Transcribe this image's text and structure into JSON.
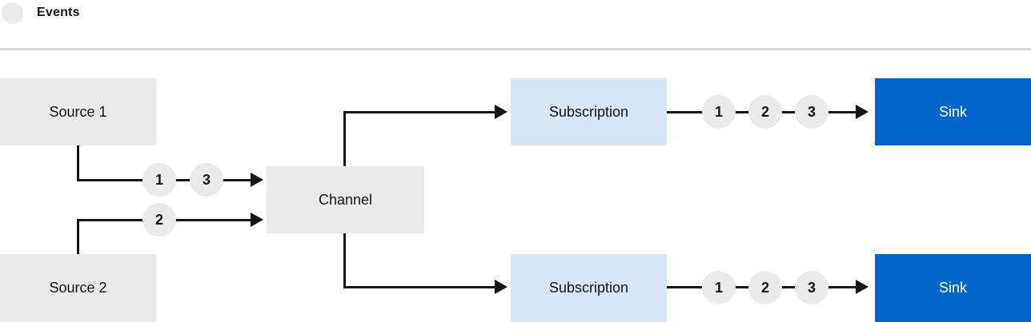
{
  "legend": {
    "label": "Events"
  },
  "colors": {
    "background": "#ffffff",
    "node_gray": "#e9e9e9",
    "subscription_blue": "#d7e5f5",
    "sink_blue": "#0066cc",
    "line": "#151515",
    "text": "#151515",
    "sink_text": "#ffffff",
    "divider": "#d8d8d8",
    "event_circle": "#eaeaea"
  },
  "nodes": {
    "source1": "Source 1",
    "source2": "Source 2",
    "channel": "Channel",
    "subscription_top": "Subscription",
    "subscription_bottom": "Subscription",
    "sink_top": "Sink",
    "sink_bottom": "Sink"
  },
  "event_markers": {
    "source1_to_channel": [
      "1",
      "3"
    ],
    "source2_to_channel": [
      "2"
    ],
    "subscription_top_to_sink": [
      "1",
      "2",
      "3"
    ],
    "subscription_bottom_to_sink": [
      "1",
      "2",
      "3"
    ]
  }
}
